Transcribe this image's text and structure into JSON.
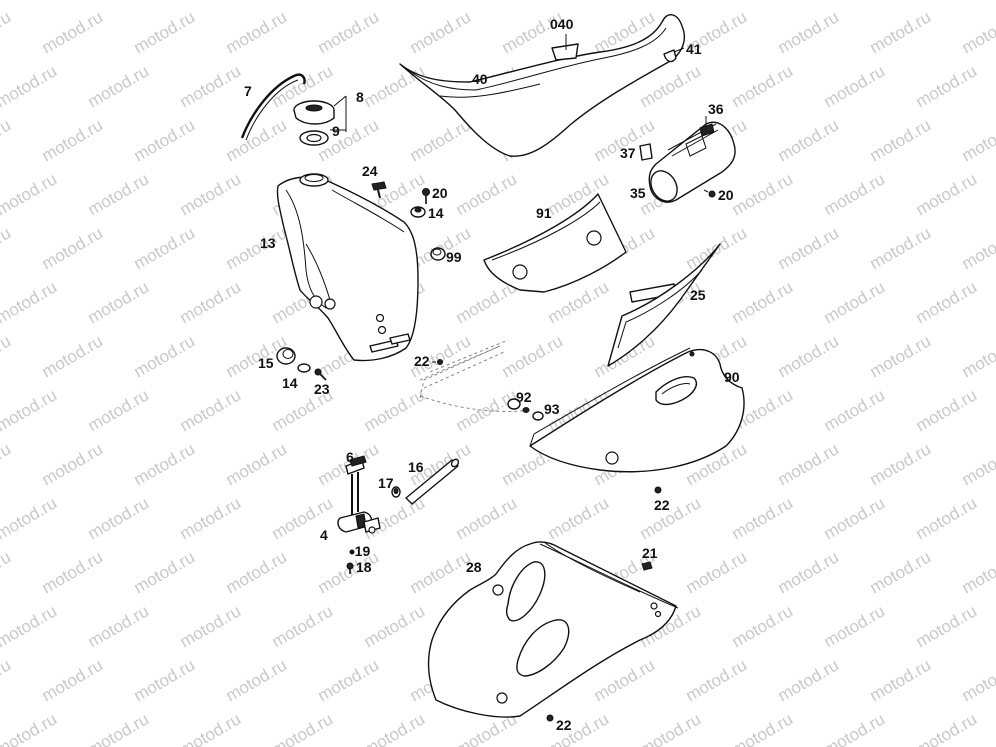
{
  "watermark": "motod.ru",
  "labels": {
    "l040": "040",
    "l41": "41",
    "l40": "40",
    "l7": "7",
    "l8": "8",
    "l9": "9",
    "l36": "36",
    "l37": "37",
    "l35": "35",
    "l20a": "20",
    "l20b": "20",
    "l24": "24",
    "l14a": "14",
    "l13": "13",
    "l91": "91",
    "l99": "99",
    "l25": "25",
    "l15": "15",
    "l14b": "14",
    "l23": "23",
    "l22a": "22",
    "l90": "90",
    "l92": "92",
    "l93": "93",
    "l6": "6",
    "l16": "16",
    "l17": "17",
    "l22b": "22",
    "l4": "4",
    "l19": "-19",
    "l18": "18",
    "l21": "21",
    "l28": "28",
    "l22c": "22"
  }
}
